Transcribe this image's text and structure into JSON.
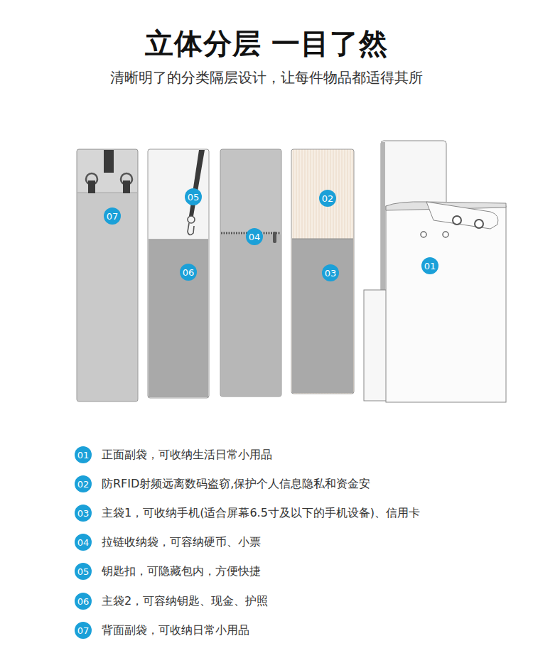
{
  "diagram": {
    "title": "立体分层 一目了然",
    "caption": "清晰明了的分类隔层设计，让每件物品都适得其所",
    "nodes": [
      {
        "text": [
          "07"
        ]
      },
      {
        "text": [
          "05"
        ]
      },
      {
        "text": [
          "06"
        ]
      },
      {
        "text": [
          "04"
        ]
      },
      {
        "text": [
          "02"
        ]
      },
      {
        "text": [
          "03"
        ]
      },
      {
        "text": [
          "01"
        ]
      },
      {
        "text": [
          "01"
        ]
      },
      {
        "text": [
          "02"
        ]
      },
      {
        "text": [
          "03"
        ]
      },
      {
        "text": [
          "04"
        ]
      },
      {
        "text": [
          "05"
        ]
      },
      {
        "text": [
          "06"
        ]
      },
      {
        "text": [
          "07"
        ]
      }
    ],
    "labels": [
      "正面副袋，可收纳生活日常小用品",
      "防RFID射频远离数码盗窃,保护个人信息隐私和资金安",
      "主袋1，可收纳手机(适合屏幕6.5寸及以下的手机设备)、信用卡",
      "拉链收纳袋，可容纳硬币、小票",
      "钥匙扣，可隐藏包内，方便快捷",
      "主袋2，可容纳钥匙、现金、护照",
      "背面副袋，可收纳日常小用品"
    ]
  }
}
